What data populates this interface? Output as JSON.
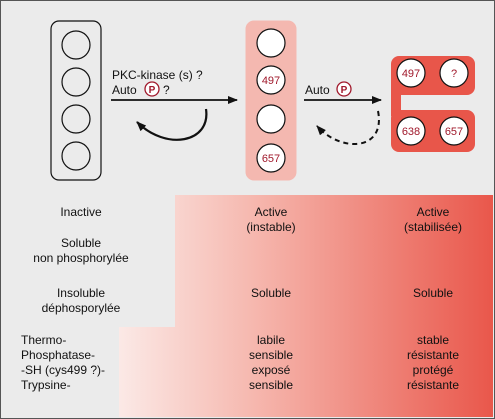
{
  "colors": {
    "background": "#ebebeb",
    "pale_red": "#f4b8b0",
    "red": "#e8564a",
    "circle_text": "#a0182b",
    "arrow": "#111111"
  },
  "state1": {
    "circles": [
      "",
      "",
      "",
      ""
    ]
  },
  "arrow1": {
    "line1": "PKC-kinase (s) ?",
    "auto": "Auto",
    "phospho": "P",
    "suffix": "?"
  },
  "state2": {
    "circles": [
      "",
      "497",
      "",
      "657"
    ]
  },
  "arrow2": {
    "auto": "Auto",
    "phospho": "P"
  },
  "state3": {
    "top": [
      "497",
      "?"
    ],
    "bottom": [
      "638",
      "657"
    ]
  },
  "table": {
    "columns": [
      {
        "rows": [
          "Inactive",
          "Soluble\nnon phosphorylée",
          "Insoluble\ndéphosporylée",
          "Thermo-\nPhosphatase-\n-SH (cys499 ?)-\nTrypsine-"
        ]
      },
      {
        "rows": [
          "Active\n(instable)",
          "",
          "Soluble",
          "labile\nsensible\nexposé\nsensible"
        ]
      },
      {
        "rows": [
          "Active\n(stabilisée)",
          "",
          "Soluble",
          "stable\nrésistante\nprotégé\nrésistante"
        ]
      }
    ]
  }
}
